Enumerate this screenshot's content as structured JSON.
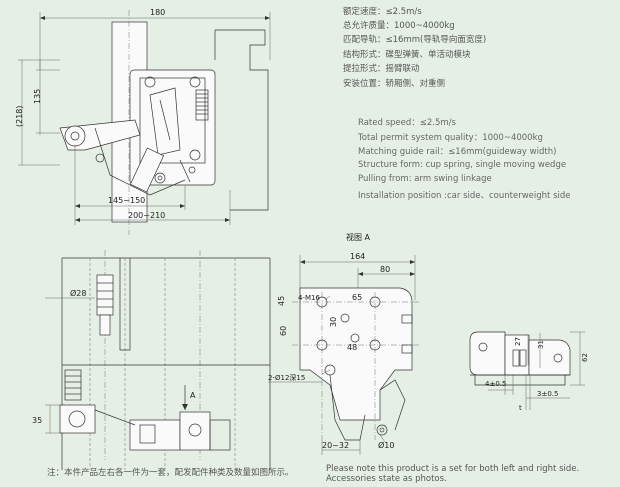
{
  "specs_cn": [
    "额定速度：≤2.5m/s",
    "总允许质量：1000~4000kg",
    "匹配导轨：≤16mm(导轨导向面宽度)",
    "结构形式：碟型弹簧、单活动模块",
    "提拉形式：摇臂联动",
    "安装位置：轿厢侧、对重侧"
  ],
  "specs_en": [
    "Rated speed：≤2.5m/s",
    "Total permit system quality：1000~4000kg",
    "Matching guide rail：≤16mm(guideway width)",
    "Structure form: cup spring, single moving wedge",
    "Pulling from: arm swing linkage",
    "Installation position :car side、counterweight side"
  ],
  "notes": {
    "cn": "注：本件产品左右各一件为一套，配发配件种类及数量如图所示。",
    "en": "Please note this product is a set for both left and right side. Accessories state as photos."
  },
  "view_label": "视图 A",
  "dims": {
    "d180": "180",
    "d135": "135",
    "d218": "(218)",
    "d145": "145~150",
    "d200": "200~210",
    "d28": "Ø28",
    "d35": "35",
    "arrowA": "A",
    "d164": "164",
    "d80": "80",
    "m16": "4-M16",
    "d65": "65",
    "d45": "45",
    "d30": "30",
    "d48": "48",
    "d60": "60",
    "d12": "2-Ø12深15",
    "d20": "20~32",
    "d10": "Ø10",
    "d27": "27",
    "d31": "31",
    "d62": "62",
    "d4": "4±0.5",
    "d3": "3±0.5",
    "t": "t"
  }
}
